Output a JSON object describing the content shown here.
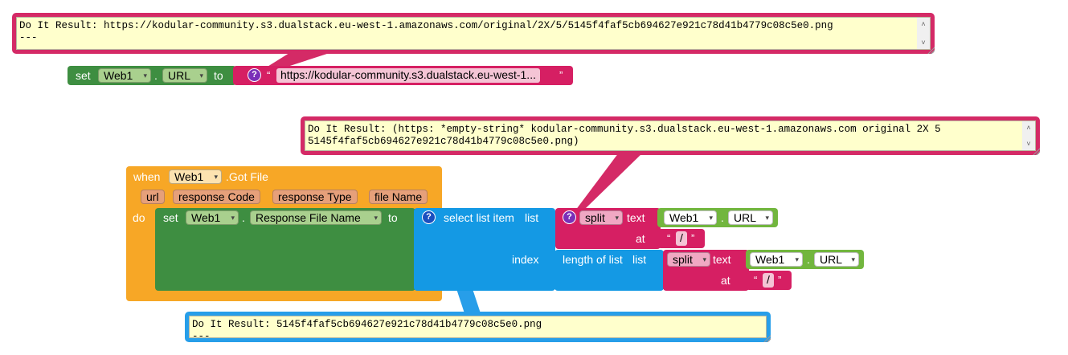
{
  "comments": {
    "top": {
      "text": "Do It Result: https://kodular-community.s3.dualstack.eu-west-1.amazonaws.com/original/2X/5/5145f4faf5cb694627e921c78d41b4779c08c5e0.png\n---",
      "color": "#d42a66"
    },
    "middle": {
      "text": "Do It Result: (https: *empty-string* kodular-community.s3.dualstack.eu-west-1.amazonaws.com original 2X 5\n5145f4faf5cb694627e921c78d41b4779c08c5e0.png)",
      "color": "#d42a66"
    },
    "bottom": {
      "text": "Do It Result: 5145f4faf5cb694627e921c78d41b4779c08c5e0.png\n---",
      "color": "#279ee9"
    }
  },
  "scroll_icons": {
    "up": "˄",
    "down": "˅"
  },
  "set_block": {
    "set": "set",
    "component": "Web1",
    "dot": ".",
    "property": "URL",
    "to": "to",
    "string_value": "https://kodular-community.s3.dualstack.eu-west-1...",
    "color": "#3e8e41"
  },
  "event": {
    "when": "when",
    "component": "Web1",
    "event_name": ".Got File",
    "params": [
      "url",
      "response Code",
      "response Type",
      "file Name"
    ],
    "do": "do",
    "color": "#f7a726"
  },
  "inner_set": {
    "set": "set",
    "component": "Web1",
    "dot": ".",
    "property": "Response File Name",
    "to": "to"
  },
  "select_list": {
    "label": "select list item",
    "list": "list",
    "index": "index",
    "color": "#1499e4"
  },
  "split1": {
    "split": "split",
    "text": "text",
    "at": "at",
    "component": "Web1",
    "dot": ".",
    "property": "URL",
    "sep": "/"
  },
  "length": {
    "label": "length of list",
    "list": "list"
  },
  "split2": {
    "split": "split",
    "text": "text",
    "at": "at",
    "component": "Web1",
    "dot": ".",
    "property": "URL",
    "sep": "/"
  },
  "glyphs": {
    "question": "?",
    "caret": "▾",
    "open_quote": "“",
    "close_quote": "”"
  }
}
